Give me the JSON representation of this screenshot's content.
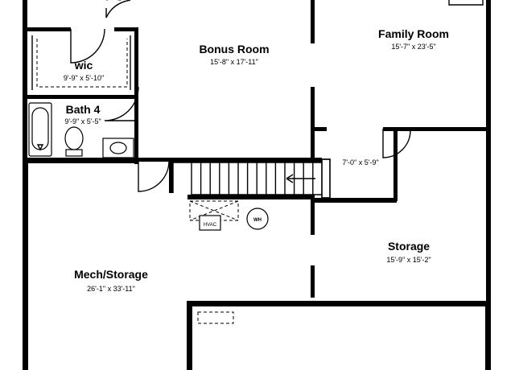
{
  "colors": {
    "wall": "#000000",
    "background": "#ffffff"
  },
  "rooms": {
    "bonus": {
      "name": "Bonus Room",
      "dim": "15'-8\" x 17'-11\""
    },
    "family": {
      "name": "Family Room",
      "dim": "15'-7\" x 23'-5\""
    },
    "wic": {
      "name": "wic",
      "dim": "9'-9\" x 5'-10\""
    },
    "bath": {
      "name": "Bath 4",
      "dim": "9'-9\" x 5'-5\""
    },
    "closet": {
      "name": "",
      "dim": "7'-0\" x 5'-9\""
    },
    "storage": {
      "name": "Storage",
      "dim": "15'-9\" x 15'-2\""
    },
    "mech": {
      "name": "Mech/Storage",
      "dim": "26'-1\" x 33'-11\""
    }
  },
  "labels": {
    "hvac": "HVAC",
    "water_heater": "WH"
  },
  "icons": {
    "stair_arrow": "arrow-left-icon",
    "water_heater": "water-heater-icon",
    "hvac": "hvac-unit-icon"
  }
}
